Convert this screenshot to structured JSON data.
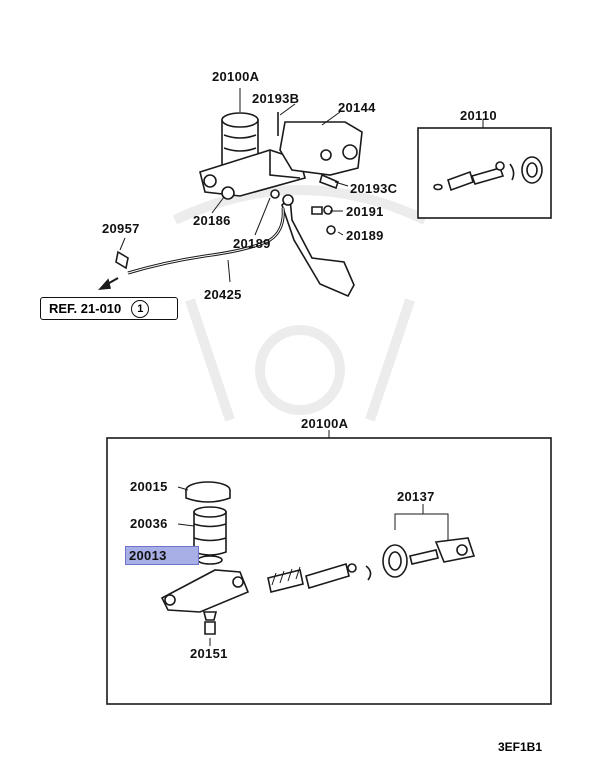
{
  "parts_top": {
    "master_cylinder": "20100A",
    "pin": "20193B",
    "bracket": "20144",
    "repair_kit": "20110",
    "nut": "20186",
    "clevis_pin": "20193C",
    "bolt": "20191",
    "hose_clip": "20957",
    "washer_left": "20189",
    "washer_right": "20189",
    "clutch_tube": "20425"
  },
  "reference": {
    "text": "REF. 21-010",
    "index": "1"
  },
  "parts_detail": {
    "assembly": "20100A",
    "cap": "20015",
    "reservoir": "20036",
    "seal": "20013",
    "piston_kit": "20137",
    "union_bolt": "20151"
  },
  "diagram_code": "3EF1B1",
  "colors": {
    "line": "#1a1a1a",
    "highlight": "#a8aee6",
    "watermark": "#efefef"
  }
}
